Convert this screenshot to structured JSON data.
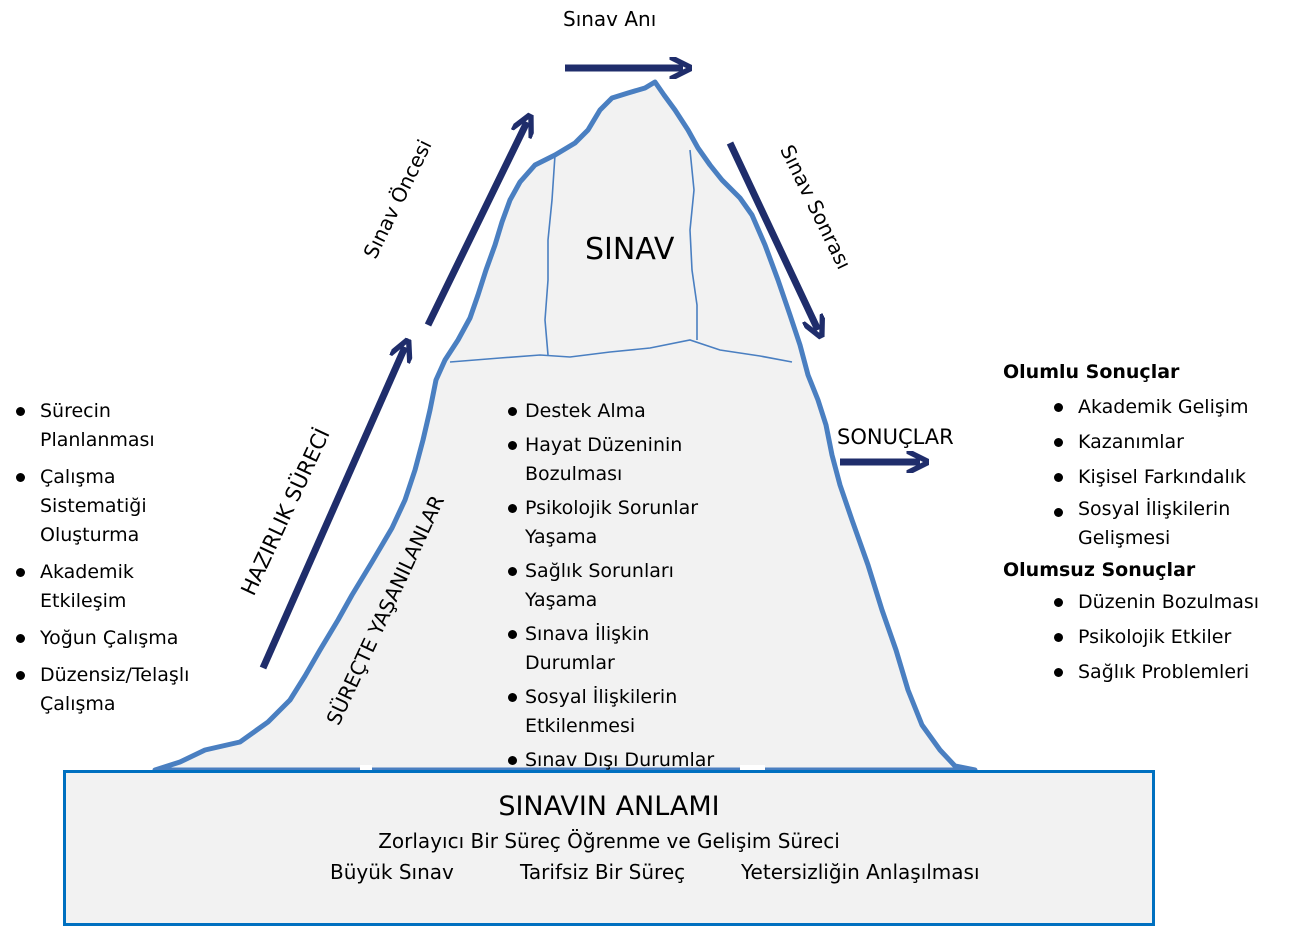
{
  "peak_label": "SINAV",
  "arrows": {
    "top": "Sınav Anı",
    "before": "Sınav Öncesi",
    "after": "Sınav Sonrası",
    "preparation": "HAZIRLIK SÜRECİ",
    "results": "SONUÇLAR"
  },
  "experienced_label": "SÜREÇTE YAŞANILANLAR",
  "preparation_items": [
    "Sürecin Planlanması",
    "Çalışma Sistematiği Oluşturma",
    "Akademik Etkileşim",
    "Yoğun Çalışma",
    "Düzensiz/Telaşlı Çalışma"
  ],
  "experienced_items": [
    "Destek Alma",
    "Hayat Düzeninin Bozulması",
    "Psikolojik Sorunlar Yaşama",
    "Sağlık Sorunları Yaşama",
    "Sınava İlişkin Durumlar",
    "Sosyal İlişkilerin Etkilenmesi",
    "Sınav Dışı Durumlar"
  ],
  "positive": {
    "title": "Olumlu Sonuçlar",
    "items": [
      "Akademik Gelişim",
      "Kazanımlar",
      "Kişisel Farkındalık",
      "Sosyal İlişkilerin Gelişmesi"
    ]
  },
  "negative": {
    "title": "Olumsuz Sonuçlar",
    "items": [
      "Düzenin Bozulması",
      "Psikolojik Etkiler",
      "Sağlık Problemleri"
    ]
  },
  "meaning": {
    "title": "SINAVIN ANLAMI",
    "line1": "Zorlayıcı Bir Süreç Öğrenme ve Gelişim Süreci",
    "line2": [
      "Büyük Sınav",
      "Tarifsiz Bir Süreç",
      "Yetersizliğin Anlaşılması"
    ]
  },
  "colors": {
    "arrow": "#1f2d6b",
    "outline": "#4a7fc1",
    "fill": "#f2f2f2",
    "box_border": "#0070c0"
  }
}
